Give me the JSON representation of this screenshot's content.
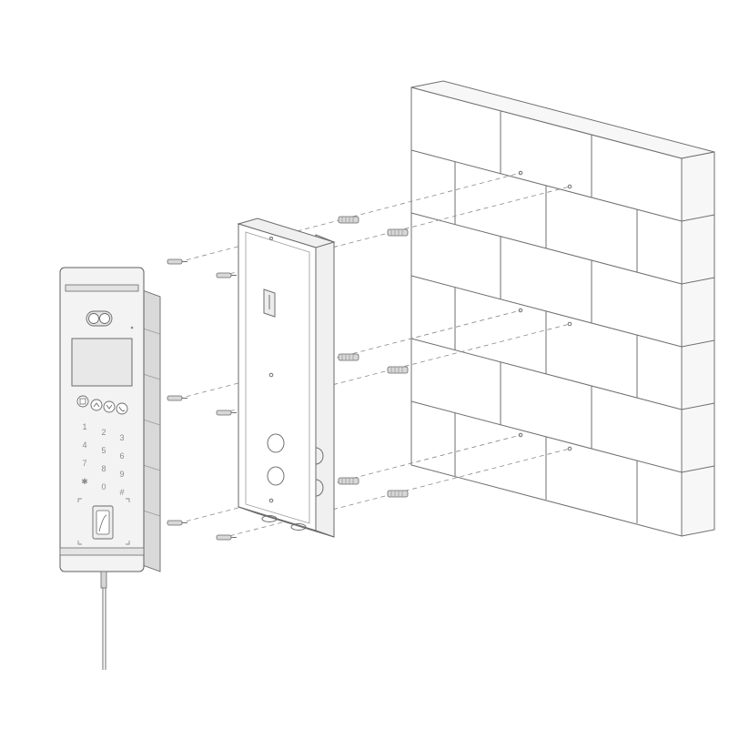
{
  "keypad": {
    "keys": [
      "1",
      "2",
      "3",
      "4",
      "5",
      "6",
      "7",
      "8",
      "9",
      "✱",
      "0",
      "#"
    ]
  },
  "icons": {
    "face_camera": "dual-lens-camera-icon",
    "function_buttons": [
      "call-manager-icon",
      "up-arrow-icon",
      "down-arrow-icon",
      "call-icon"
    ],
    "fingerprint": "fingerprint-icon"
  }
}
